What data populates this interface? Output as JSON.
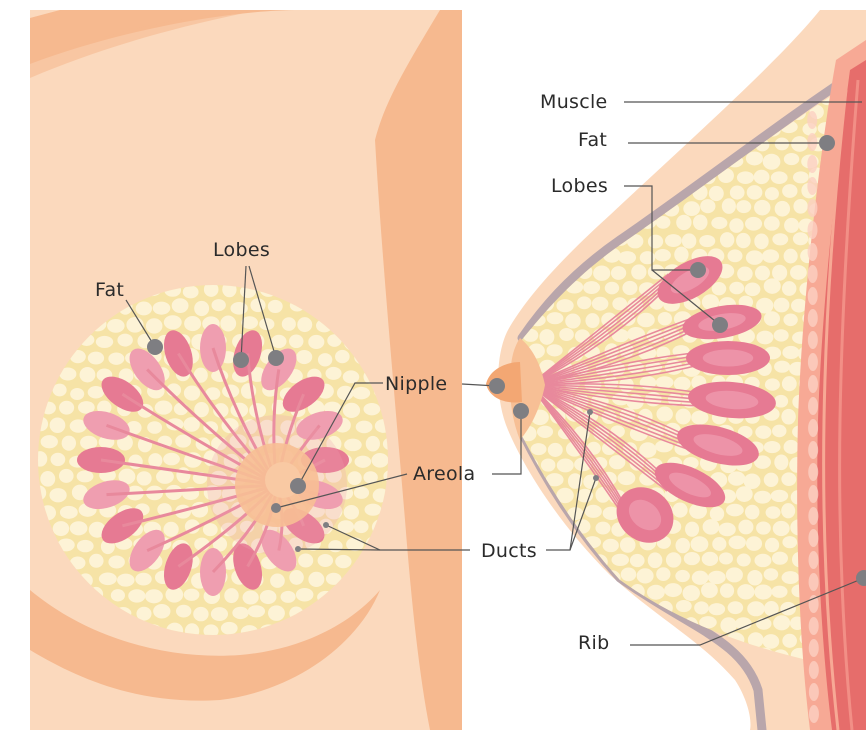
{
  "labels": {
    "front_fat": "Fat",
    "front_lobes": "Lobes",
    "nipple": "Nipple",
    "areola": "Areola",
    "ducts": "Ducts",
    "side_muscle": "Muscle",
    "side_fat": "Fat",
    "side_lobes": "Lobes",
    "side_rib": "Rib"
  },
  "colors": {
    "skin": "#fbd9bd",
    "skin_shadow": "#f6b98f",
    "fat": "#f6e3a6",
    "fat_cell": "#fdf3d6",
    "lobe": "#e67a93",
    "lobe_light": "#ef9eb0",
    "duct": "#e8899c",
    "areola": "#f7bf95",
    "nipple": "#f3a773",
    "muscle": "#e66d6b",
    "muscle_light": "#f7a995",
    "membrane": "#b9a6ab",
    "marker": "#7e7e82",
    "leader": "#555555"
  }
}
